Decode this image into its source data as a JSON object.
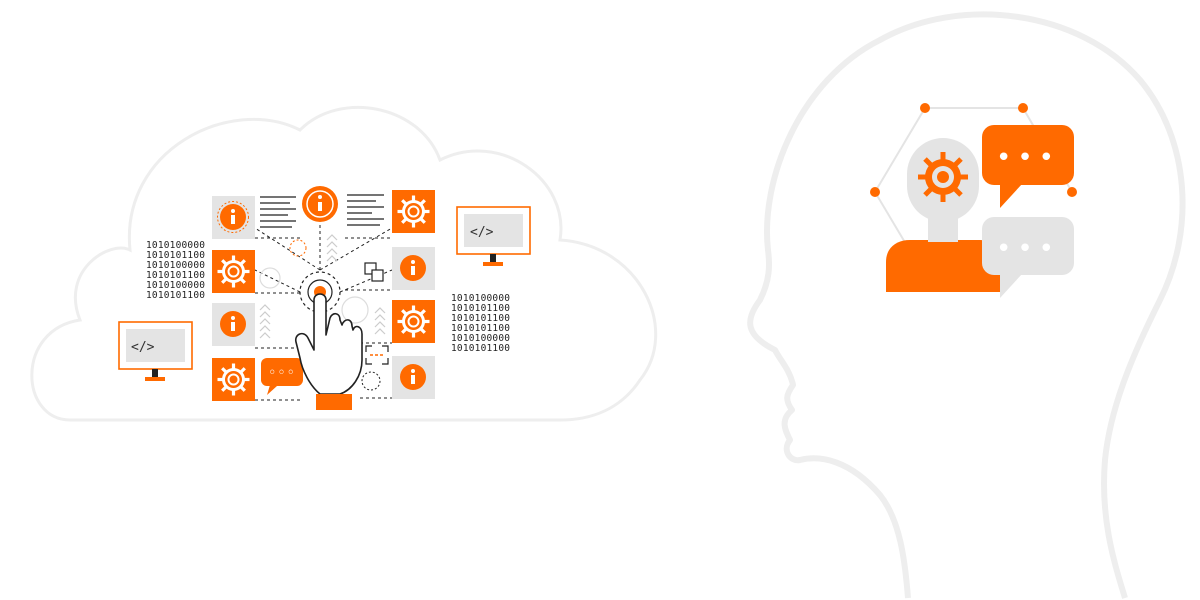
{
  "colors": {
    "accent": "#ff6a00",
    "light_gray": "#e4e4e4",
    "outline_gray": "#eeeeee",
    "dark": "#222222"
  },
  "illustration": {
    "cloud": {
      "binary_left": [
        "1010100000",
        "1010101100",
        "1010100000",
        "1010101100",
        "1010100000",
        "1010101100"
      ],
      "binary_right": [
        "1010100000",
        "1010101100",
        "1010101100",
        "1010101100",
        "1010100000",
        "1010101100"
      ],
      "monitor_left_glyph": "</>",
      "monitor_right_glyph": "</>",
      "chat_dots": "◦◦◦"
    },
    "head": {
      "bubble_orange_dots": "•••",
      "bubble_gray_dots": "•••"
    }
  },
  "icons": {
    "info": "info-icon",
    "gear": "gear-icon",
    "document": "document-lines-icon",
    "monitor": "monitor-icon",
    "hand": "pointing-hand-icon",
    "chat": "chat-bubble-icon",
    "robot": "robot-head-icon",
    "head": "human-head-outline-icon",
    "cloud": "cloud-outline-icon"
  }
}
